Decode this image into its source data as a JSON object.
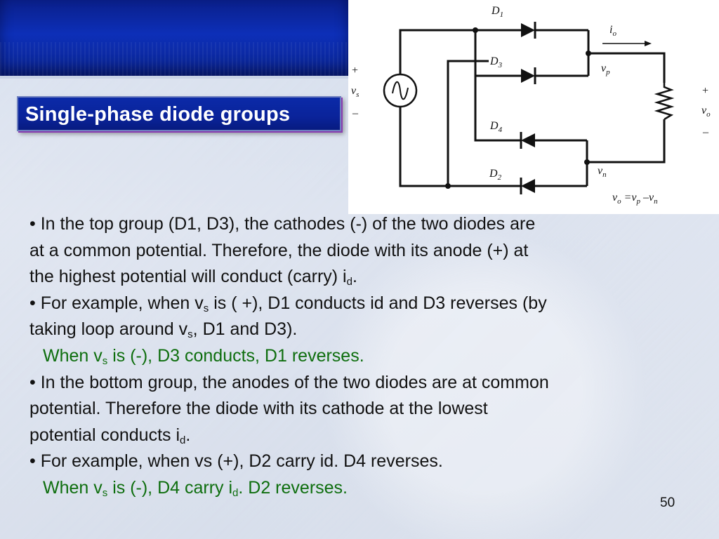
{
  "slide": {
    "title": "Single-phase diode groups",
    "page_number": "50"
  },
  "circuit": {
    "labels": {
      "d1": "D",
      "d1_sub": "1",
      "d3": "D",
      "d3_sub": "3",
      "d4": "D",
      "d4_sub": "4",
      "d2": "D",
      "d2_sub": "2",
      "io": "i",
      "io_sub": "o",
      "vp": "v",
      "vp_sub": "p",
      "vn": "v",
      "vn_sub": "n",
      "vs": "v",
      "vs_sub": "s",
      "vo": "v",
      "vo_sub": "o",
      "plus": "+",
      "minus": "–",
      "eq_vo": "v",
      "eq_vo_sub": "o",
      "eq_equals": " =",
      "eq_vp": "v",
      "eq_vp_sub": "p",
      "eq_minus": " –",
      "eq_vn": "v",
      "eq_vn_sub": "n"
    }
  },
  "body": {
    "p1_a": "• In the top group (D1, D3), the cathodes (-) of the two diodes are",
    "p1_b": "at a common potential. Therefore, the diode with its anode (+) at",
    "p1_c_pre": "the highest potential will conduct (carry) i",
    "p1_c_sub": "d",
    "p1_c_post": ".",
    "p2_a_pre": "• For example, when v",
    "p2_a_sub": "s",
    "p2_a_post": " is ( +), D1 conducts id and D3 reverses (by",
    "p2_b_pre": "taking loop around v",
    "p2_b_sub": "s",
    "p2_b_post": ", D1 and D3).",
    "p2_c_pre": "When v",
    "p2_c_sub": "s",
    "p2_c_post": " is (-), D3 conducts, D1 reverses.",
    "p3_a": "• In the bottom group, the anodes of the two diodes are at common",
    "p3_b": "potential. Therefore the diode with its cathode at the lowest",
    "p3_c_pre": "potential conducts i",
    "p3_c_sub": "d",
    "p3_c_post": ".",
    "p4_a": "• For example, when vs (+), D2 carry id. D4 reverses.",
    "p4_b_pre": "When v",
    "p4_b_sub": "s",
    "p4_b_mid": " is (-), D4 carry i",
    "p4_b_sub2": "d",
    "p4_b_post": ". D2 reverses."
  }
}
